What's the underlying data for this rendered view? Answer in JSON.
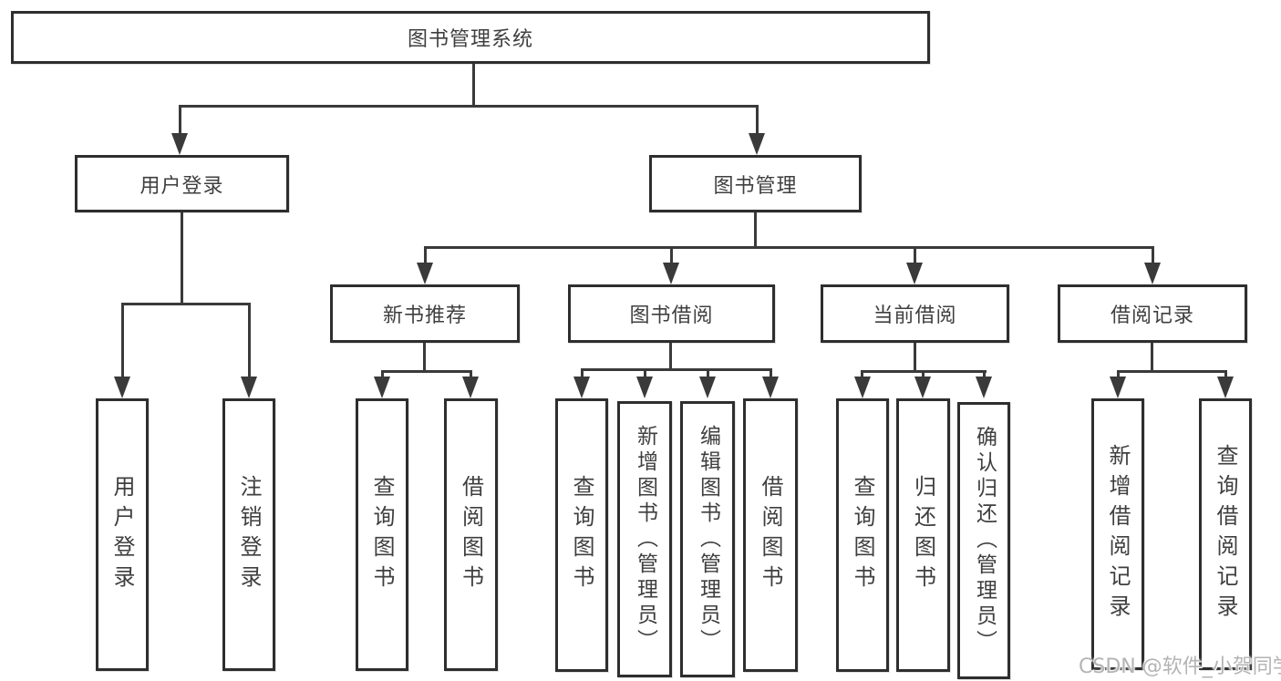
{
  "diagram": {
    "title": "图书管理系统",
    "tree": {
      "root": {
        "label": "图书管理系统"
      },
      "branches": [
        {
          "label": "用户登录",
          "children": [
            {
              "label": "用户登录"
            },
            {
              "label": "注销登录"
            }
          ]
        },
        {
          "label": "图书管理",
          "children": [
            {
              "label": "新书推荐",
              "children": [
                {
                  "label": "查询图书"
                },
                {
                  "label": "借阅图书"
                }
              ]
            },
            {
              "label": "图书借阅",
              "children": [
                {
                  "label": "查询图书"
                },
                {
                  "label": "新增图书（管理员）"
                },
                {
                  "label": "编辑图书（管理员）"
                },
                {
                  "label": "借阅图书"
                }
              ]
            },
            {
              "label": "当前借阅",
              "children": [
                {
                  "label": "查询图书"
                },
                {
                  "label": "归还图书"
                },
                {
                  "label": "确认归还（管理员）"
                }
              ]
            },
            {
              "label": "借阅记录",
              "children": [
                {
                  "label": "新增借阅记录"
                },
                {
                  "label": "查询借阅记录"
                }
              ]
            }
          ]
        }
      ]
    }
  },
  "watermark": {
    "text": "CSDN @软件_小贺同学"
  },
  "colors": {
    "line": "#3a3a3a",
    "box_border": "#2e2e2e",
    "box_fill": "#ffffff",
    "text": "#3f3f3f",
    "watermark": "#b4b4b4"
  }
}
